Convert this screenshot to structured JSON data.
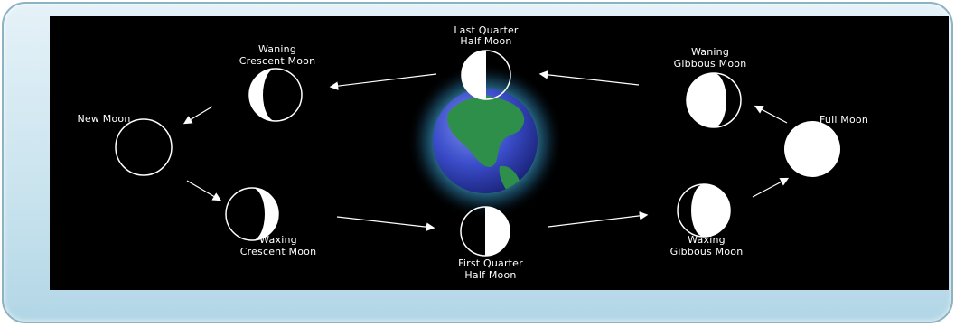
{
  "phases": {
    "last_quarter": {
      "line1": "Last Quarter",
      "line2": "Half Moon"
    },
    "waning_crescent": {
      "line1": "Waning",
      "line2": "Crescent Moon"
    },
    "waning_gibbous": {
      "line1": "Waning",
      "line2": "Gibbous Moon"
    },
    "new_moon": {
      "label": "New Moon"
    },
    "full_moon": {
      "label": "Full Moon"
    },
    "waxing_crescent": {
      "line1": "Waxing",
      "line2": "Crescent Moon"
    },
    "first_quarter": {
      "line1": "First Quarter",
      "line2": "Half Moon"
    },
    "waxing_gibbous": {
      "line1": "Waxing",
      "line2": "Gibbous Moon"
    }
  },
  "colors": {
    "background": "#000000",
    "moon_lit": "#ffffff",
    "moon_dark": "#000000",
    "earth_ocean": "#3a4cc8",
    "earth_land": "#2e8f4a",
    "earth_glow": "#4fc3e8",
    "frame_fill": "#c9e3ee",
    "frame_border": "#8fb2c3"
  },
  "center": {
    "icon": "earth-globe-icon"
  }
}
